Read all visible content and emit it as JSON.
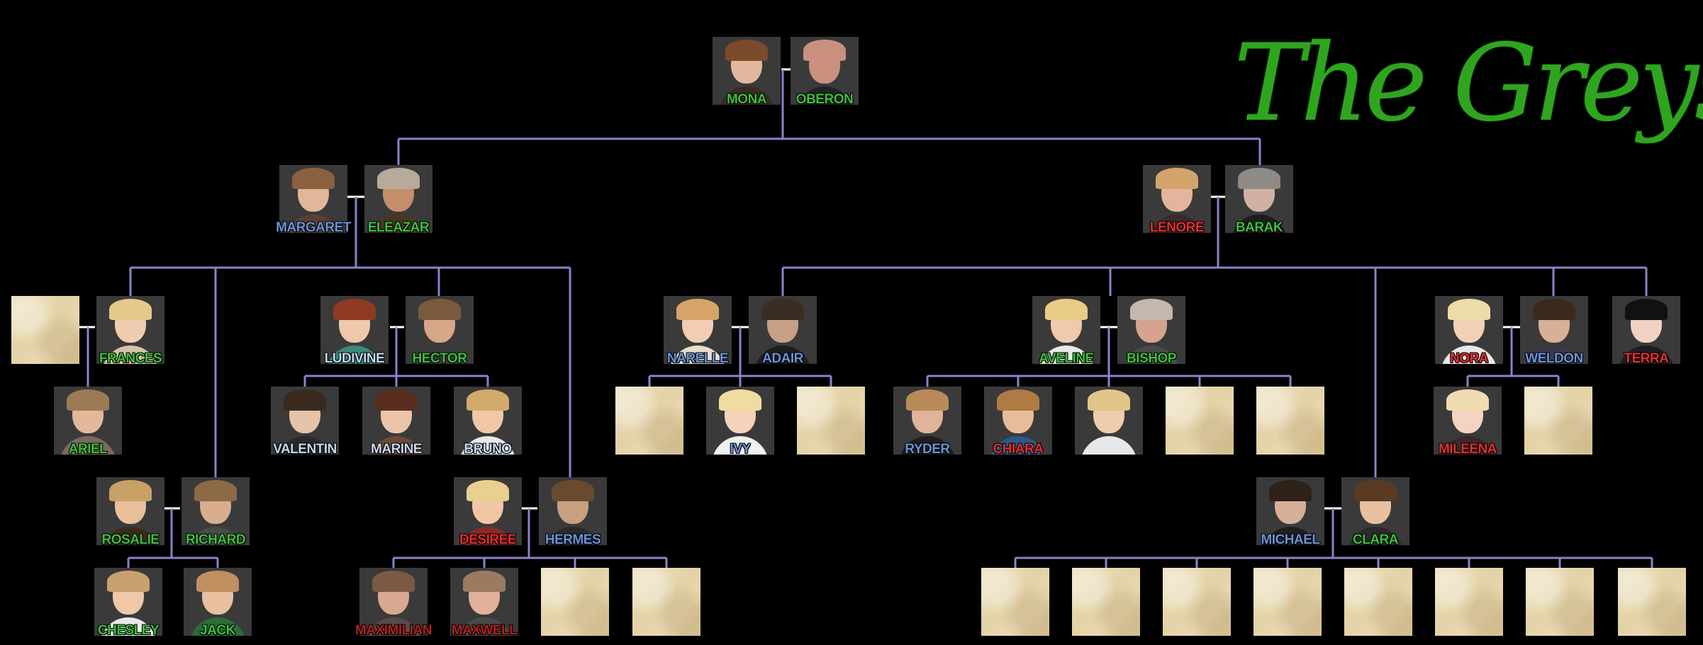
{
  "logo": {
    "text": "The Greys",
    "color": "#2fa51f"
  },
  "colors": {
    "connector": "#8c82c8",
    "spouse_link": "#ffffff",
    "name_green": "#3fbf3f",
    "name_blue": "#6b93d6",
    "name_red": "#e23030"
  },
  "people": {
    "mona": "MONA",
    "oberon": "OBERON",
    "margaret": "MARGARET",
    "eleazar": "ELEAZAR",
    "lenore": "LENORE",
    "barak": "BARAK",
    "frances": "FRANCES",
    "ariel": "ARIEL",
    "rosalie": "ROSALIE",
    "richard": "RICHARD",
    "chesley": "CHESLEY",
    "jack": "JACK",
    "ludivine": "LUDIVINE",
    "hector": "HECTOR",
    "valentin": "VALENTIN",
    "marine": "MARINE",
    "bruno": "BRUNO",
    "desiree": "DESIREE",
    "hermes": "HERMES",
    "maximilian": "MAXIMILIAN",
    "maxwell": "MAXWELL",
    "narelle": "NARELLE",
    "adair": "ADAIR",
    "ivy": "IVY",
    "aveline": "AVELINE",
    "bishop": "BISHOP",
    "ryder": "RYDER",
    "chiara": "CHIARA",
    "michael": "MICHAEL",
    "clara": "CLARA",
    "nora": "NORA",
    "weldon": "WELDON",
    "terra": "TERRA",
    "mileena": "MILEENA"
  }
}
